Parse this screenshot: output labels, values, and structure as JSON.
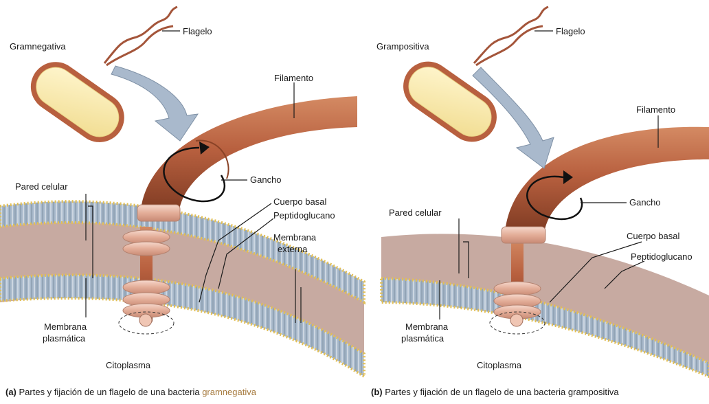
{
  "panel_a": {
    "bacteria_type": "Gramnegativa",
    "labels": {
      "flagelo": "Flagelo",
      "filamento": "Filamento",
      "gancho": "Gancho",
      "pared_celular": "Pared celular",
      "cuerpo_basal": "Cuerpo basal",
      "peptidoglucano": "Peptidoglucano",
      "membrana_externa_1": "Membrana",
      "membrana_externa_2": "externa",
      "membrana_plasmatica_1": "Membrana",
      "membrana_plasmatica_2": "plasmática",
      "citoplasma": "Citoplasma"
    },
    "caption": {
      "marker": "(a)",
      "text": " Partes y fijación de un flagelo de una bacteria ",
      "highlight": "gramnegativa"
    }
  },
  "panel_b": {
    "bacteria_type": "Grampositiva",
    "labels": {
      "flagelo": "Flagelo",
      "filamento": "Filamento",
      "gancho": "Gancho",
      "pared_celular": "Pared celular",
      "cuerpo_basal": "Cuerpo basal",
      "peptidoglucano": "Peptidoglucano",
      "membrana_plasmatica_1": "Membrana",
      "membrana_plasmatica_2": "plasmática",
      "citoplasma": "Citoplasma"
    },
    "caption": {
      "marker": "(b)",
      "text": " Partes y fijación de un flagelo de una bacteria grampositiva"
    }
  },
  "colors": {
    "flagellum": "#b05a3a",
    "cytoplasm_band": "#c9ada4",
    "membrane_blue": "#9fb1c4",
    "phospholipid_head": "#e3c25a",
    "arrow_fill": "#a9b9cc",
    "basal_ring": "#e7b8a6",
    "caption_highlight": "#a67a3e"
  }
}
